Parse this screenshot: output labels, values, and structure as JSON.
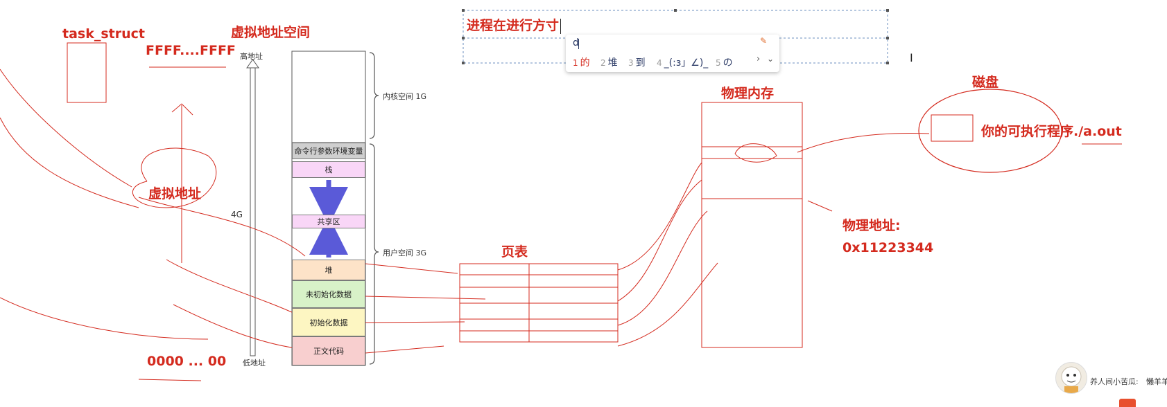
{
  "labels": {
    "task_struct": "task_struct",
    "virtual_space": "虚拟地址空间",
    "ffff": "FFFF....FFFF",
    "zero": "0000 ... 00",
    "virtual_addr": "虚拟地址",
    "high_addr": "高地址",
    "low_addr": "低地址",
    "size_4g": "4G",
    "kernel_space": "内核空间 1G",
    "user_space": "用户空间 3G",
    "page_table": "页表",
    "phys_mem": "物理内存",
    "phys_addr_title": "物理地址:",
    "phys_addr_value": "0x11223344",
    "disk": "磁盘",
    "executable": "你的可执行程序./a.out",
    "heading_input": "进程在进行方寸"
  },
  "segments": [
    {
      "label": "命令行参数环境变量",
      "color": "#cfcfcf"
    },
    {
      "label": "栈",
      "color": "#f9d6f7"
    },
    {
      "label": "共享区",
      "color": "#f9d6f7"
    },
    {
      "label": "堆",
      "color": "#fde3c8"
    },
    {
      "label": "未初始化数据",
      "color": "#d8f2c8"
    },
    {
      "label": "初始化数据",
      "color": "#fdf6c2"
    },
    {
      "label": "正文代码",
      "color": "#f8cfcf"
    }
  ],
  "ime": {
    "typed": "d",
    "candidates": [
      {
        "num": "1",
        "text": "的"
      },
      {
        "num": "2",
        "text": "堆"
      },
      {
        "num": "3",
        "text": "到"
      },
      {
        "num": "4",
        "text": "_(:з」∠)_"
      },
      {
        "num": "5",
        "text": "の"
      }
    ]
  },
  "comment": {
    "user": "养人间小苦瓜:",
    "text": "懒羊羊"
  },
  "colors": {
    "annotation_red": "#d42a1e",
    "ime_blue": "#2b3a66"
  }
}
